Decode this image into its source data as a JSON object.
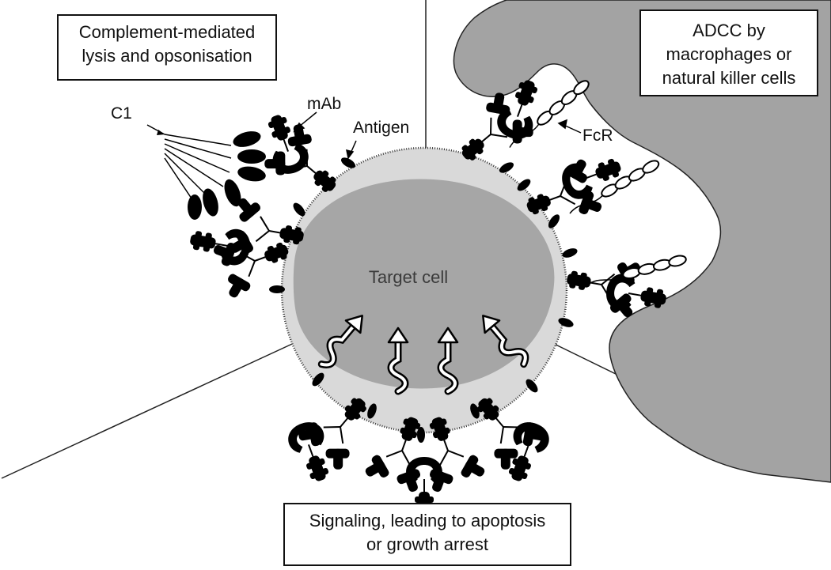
{
  "boxes": {
    "top_left": {
      "line1": "Complement-mediated",
      "line2": "lysis and opsonisation"
    },
    "top_right": {
      "line1": "ADCC by",
      "line2": "macrophages or",
      "line3": "natural killer cells"
    },
    "bottom": {
      "line1": "Signaling, leading to apoptosis",
      "line2": "or growth arrest"
    }
  },
  "labels": {
    "c1": "C1",
    "mab": "mAb",
    "antigen": "Antigen",
    "fcr": "FcR",
    "target_cell": "Target cell"
  },
  "colors": {
    "outer_cell": "#d9d9d9",
    "inner_cell": "#a6a6a6",
    "effector_cell": "#a3a3a3",
    "antibody": "#000000"
  }
}
